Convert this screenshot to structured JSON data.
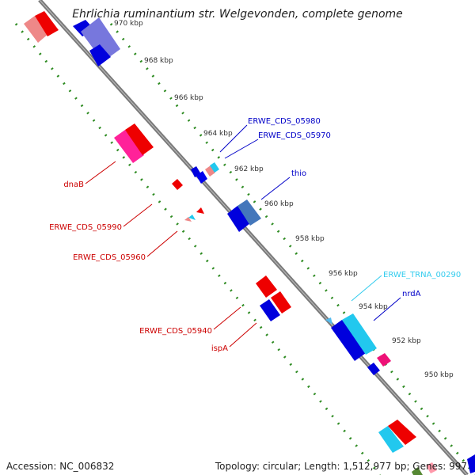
{
  "title": "Ehrlichia ruminantium str. Welgevonden, complete genome",
  "footer": {
    "accession": "Accession: NC_006832",
    "summary": "Topology: circular; Length: 1,512,977 bp; Genes: 997"
  },
  "ticks": [
    "970 kbp",
    "968 kbp",
    "966 kbp",
    "964 kbp",
    "962 kbp",
    "960 kbp",
    "958 kbp",
    "956 kbp",
    "954 kbp",
    "952 kbp",
    "950 kbp"
  ],
  "labels_forward": [
    {
      "name": "ERWE_CDS_05980",
      "color": "#0000c8"
    },
    {
      "name": "ERWE_CDS_05970",
      "color": "#0000c8"
    },
    {
      "name": "thio",
      "color": "#0000c8"
    },
    {
      "name": "ERWE_TRNA_00290",
      "color": "#33ccee"
    },
    {
      "name": "nrdA",
      "color": "#0000c8"
    }
  ],
  "labels_reverse": [
    {
      "name": "dnaB",
      "color": "#cc0000"
    },
    {
      "name": "ERWE_CDS_05990",
      "color": "#cc0000"
    },
    {
      "name": "ERWE_CDS_05960",
      "color": "#cc0000"
    },
    {
      "name": "ERWE_CDS_05940",
      "color": "#cc0000"
    },
    {
      "name": "ispA",
      "color": "#cc0000"
    }
  ],
  "colors": {
    "backbone": "#7a7a7a",
    "gc_dots": "#2e8b22",
    "forward_gene": "#0000dd",
    "reverse_gene": "#ee0000",
    "trna": "#22c8ee",
    "misc_feature": "#ff3399"
  }
}
